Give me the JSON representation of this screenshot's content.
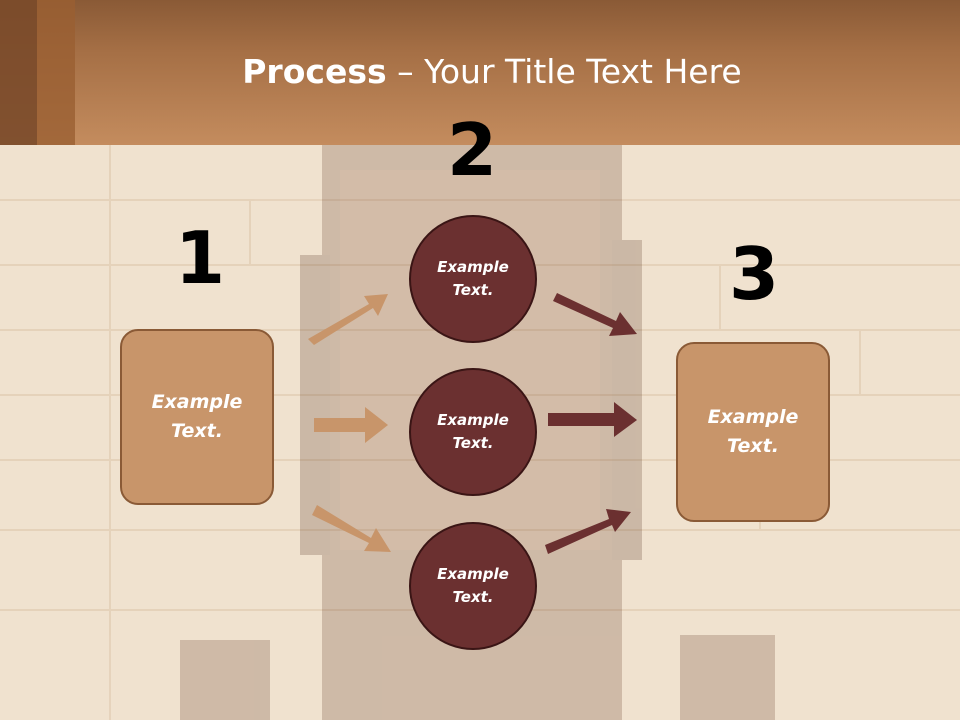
{
  "title": {
    "bold": "Process",
    "rest": " – Your Title Text Here"
  },
  "steps": {
    "one": "1",
    "two": "2",
    "three": "3"
  },
  "left_box": {
    "text": "Example Text."
  },
  "circles": [
    {
      "text": "Example Text."
    },
    {
      "text": "Example Text."
    },
    {
      "text": "Example Text."
    }
  ],
  "right_box": {
    "text": "Example Text."
  },
  "colors": {
    "header": "#c48c5e",
    "box_fill": "#c8956a",
    "circle_fill": "#6b3030",
    "arrow_light": "#c8956a",
    "arrow_dark": "#6b3030"
  }
}
